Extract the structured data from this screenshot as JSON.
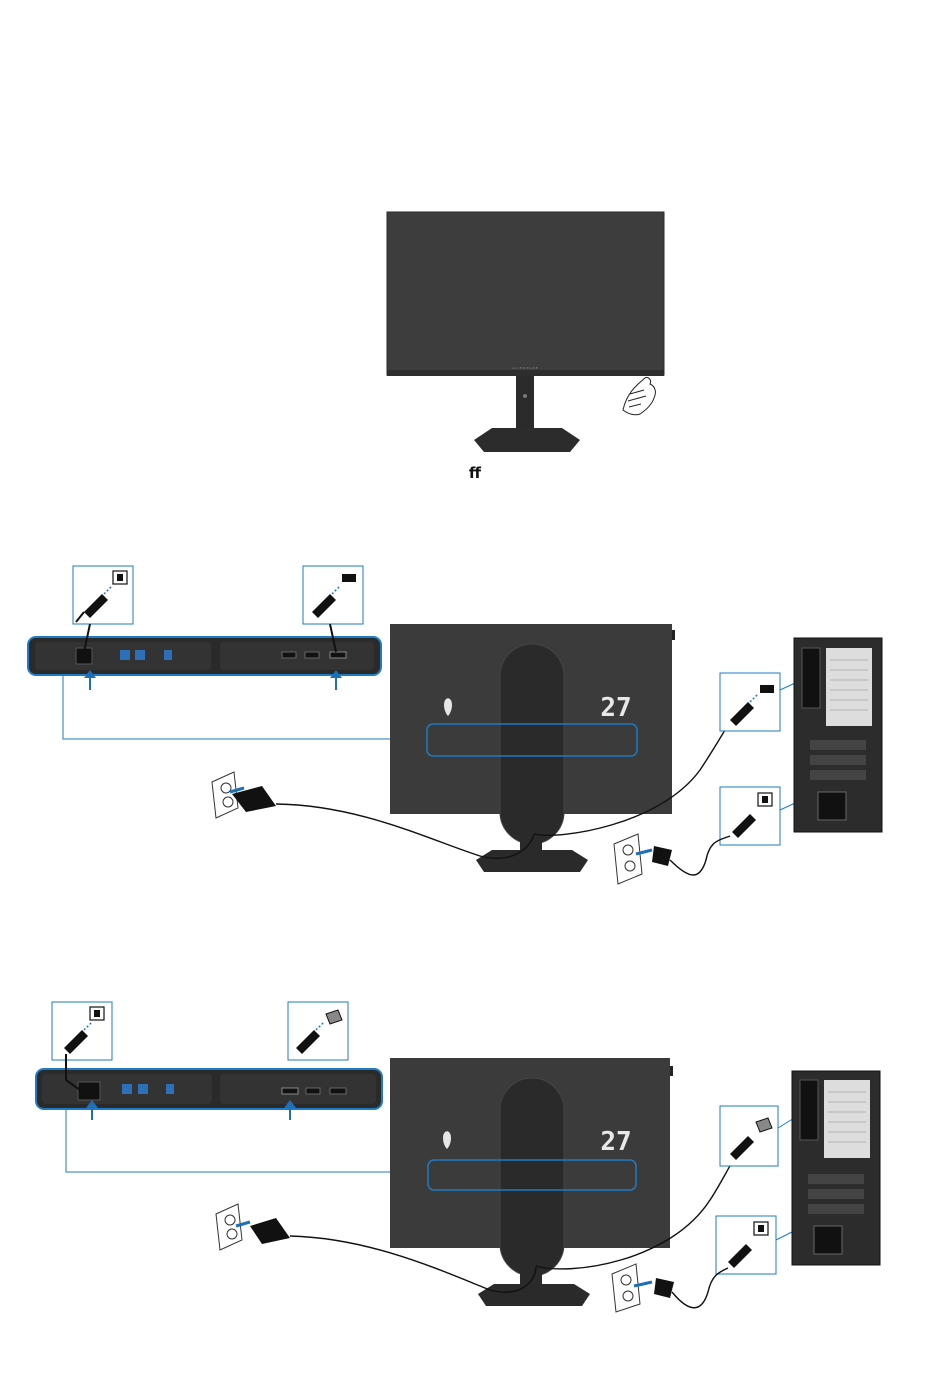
{
  "top_figure": {
    "logo_text": "A L I E N W A R E",
    "caption": "ff"
  },
  "connection_diagrams": [
    {
      "monitor_model_text": "27",
      "video_cable": "DisplayPort"
    },
    {
      "monitor_model_text": "27",
      "video_cable": "HDMI"
    }
  ],
  "colors": {
    "monitor_body": "#3b3b3b",
    "monitor_dark": "#1f1f1f",
    "callout_blue": "#1e7bc4",
    "arrow_blue": "#1d6fb8",
    "cable": "#111111"
  },
  "icons": [
    "monitor-front-icon",
    "hand-touch-icon",
    "power-plug-icon",
    "displayport-plug-icon",
    "hdmi-plug-icon",
    "wall-outlet-icon",
    "desktop-tower-icon",
    "alienware-head-logo-icon"
  ]
}
